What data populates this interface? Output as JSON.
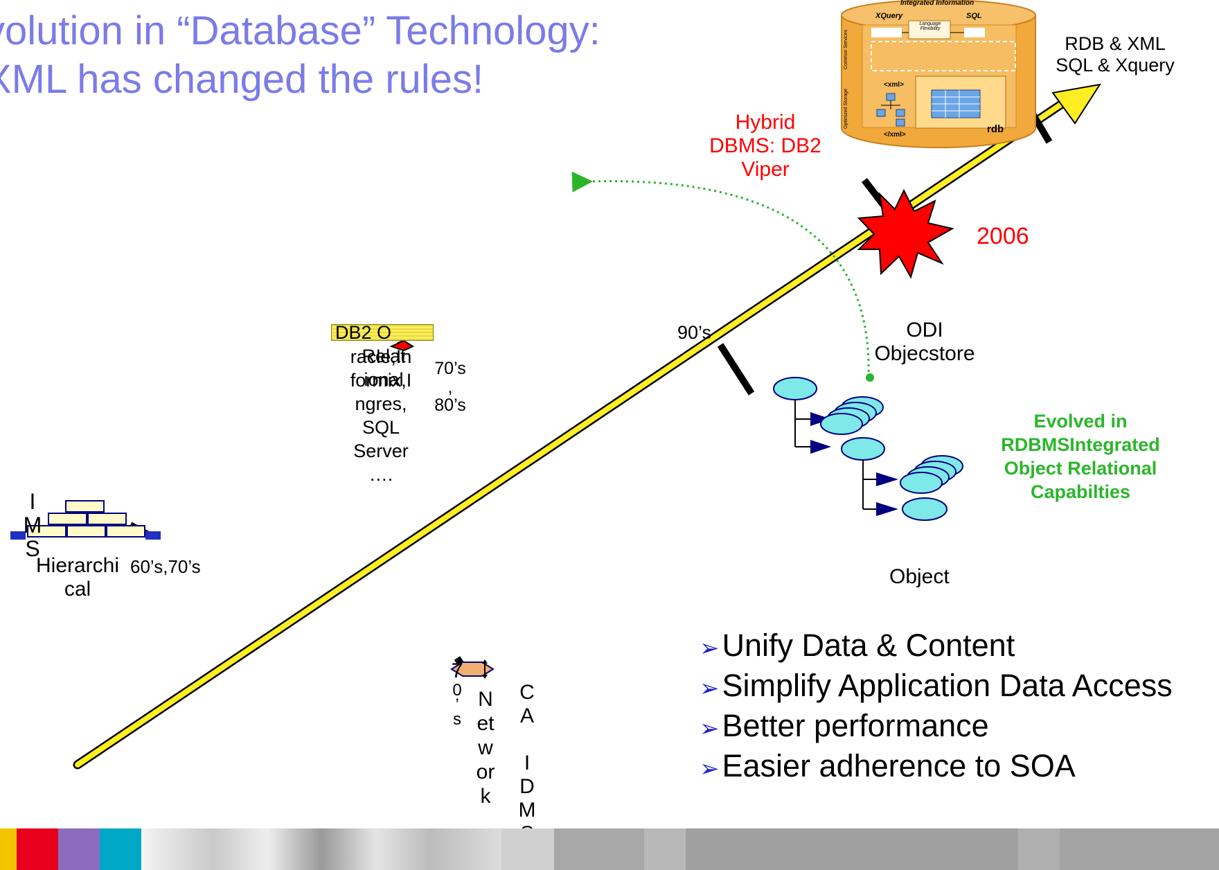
{
  "title": {
    "line1": "volution in “Database” Technology:",
    "line2": "XML has changed the rules!"
  },
  "top_right": {
    "line1": "RDB & XML",
    "line2": "SQL & Xquery"
  },
  "database_image_text": {
    "header": "Integrated Information",
    "xquery": "XQuery",
    "sql": "SQL",
    "center": "Language Flexibility",
    "xml_tag": "<xml>",
    "xml_close": "</xml>",
    "rdb": "rdb",
    "left_labels": [
      "Common Services",
      "Optimized Storage"
    ]
  },
  "hybrid": {
    "line1": "Hybrid",
    "line2": "DBMS: DB2",
    "line3": "Viper"
  },
  "year_2006": "2006",
  "label_90s": "90’s",
  "odi": {
    "line1": "ODI",
    "line2": "Objecstore"
  },
  "evolved": {
    "line1": "Evolved in",
    "line2": "RDBMSIntegrated",
    "line3": "Object Relational",
    "line4": "Capabilties"
  },
  "object_label": "Object",
  "relational": {
    "box_label": "DB2 O",
    "text_lines": [
      "racle,In",
      "formix,I",
      "ngres,",
      "SQL",
      "Server",
      "…."
    ],
    "overlap_lines": [
      "Relat",
      "ional"
    ],
    "era_lines": [
      "70’s",
      ",",
      "80’s"
    ]
  },
  "hierarchical": {
    "ims_letters": [
      "I",
      "M",
      "S"
    ],
    "label_lines": [
      "Hierarchi",
      "cal"
    ],
    "era": "60’s,70’s"
  },
  "network": {
    "era_chars": [
      "7",
      "0",
      "’",
      "s"
    ],
    "network_chars": [
      "N",
      "et",
      "w",
      "or",
      "k"
    ],
    "ca_idms_chars": [
      "C",
      "A",
      "",
      "I",
      "D",
      "M",
      "S"
    ]
  },
  "bullets": [
    "Unify Data & Content",
    "Simplify Application Data Access",
    "Better performance",
    "Easier adherence to SOA"
  ],
  "colors": {
    "title": "#7b7be8",
    "timeline": "#ffee22",
    "accent_red": "#ff0000",
    "accent_green": "#2bb52b",
    "node_fill": "#7fe8e8",
    "node_arrow": "#000080",
    "db_orange": "#f2a93b"
  }
}
